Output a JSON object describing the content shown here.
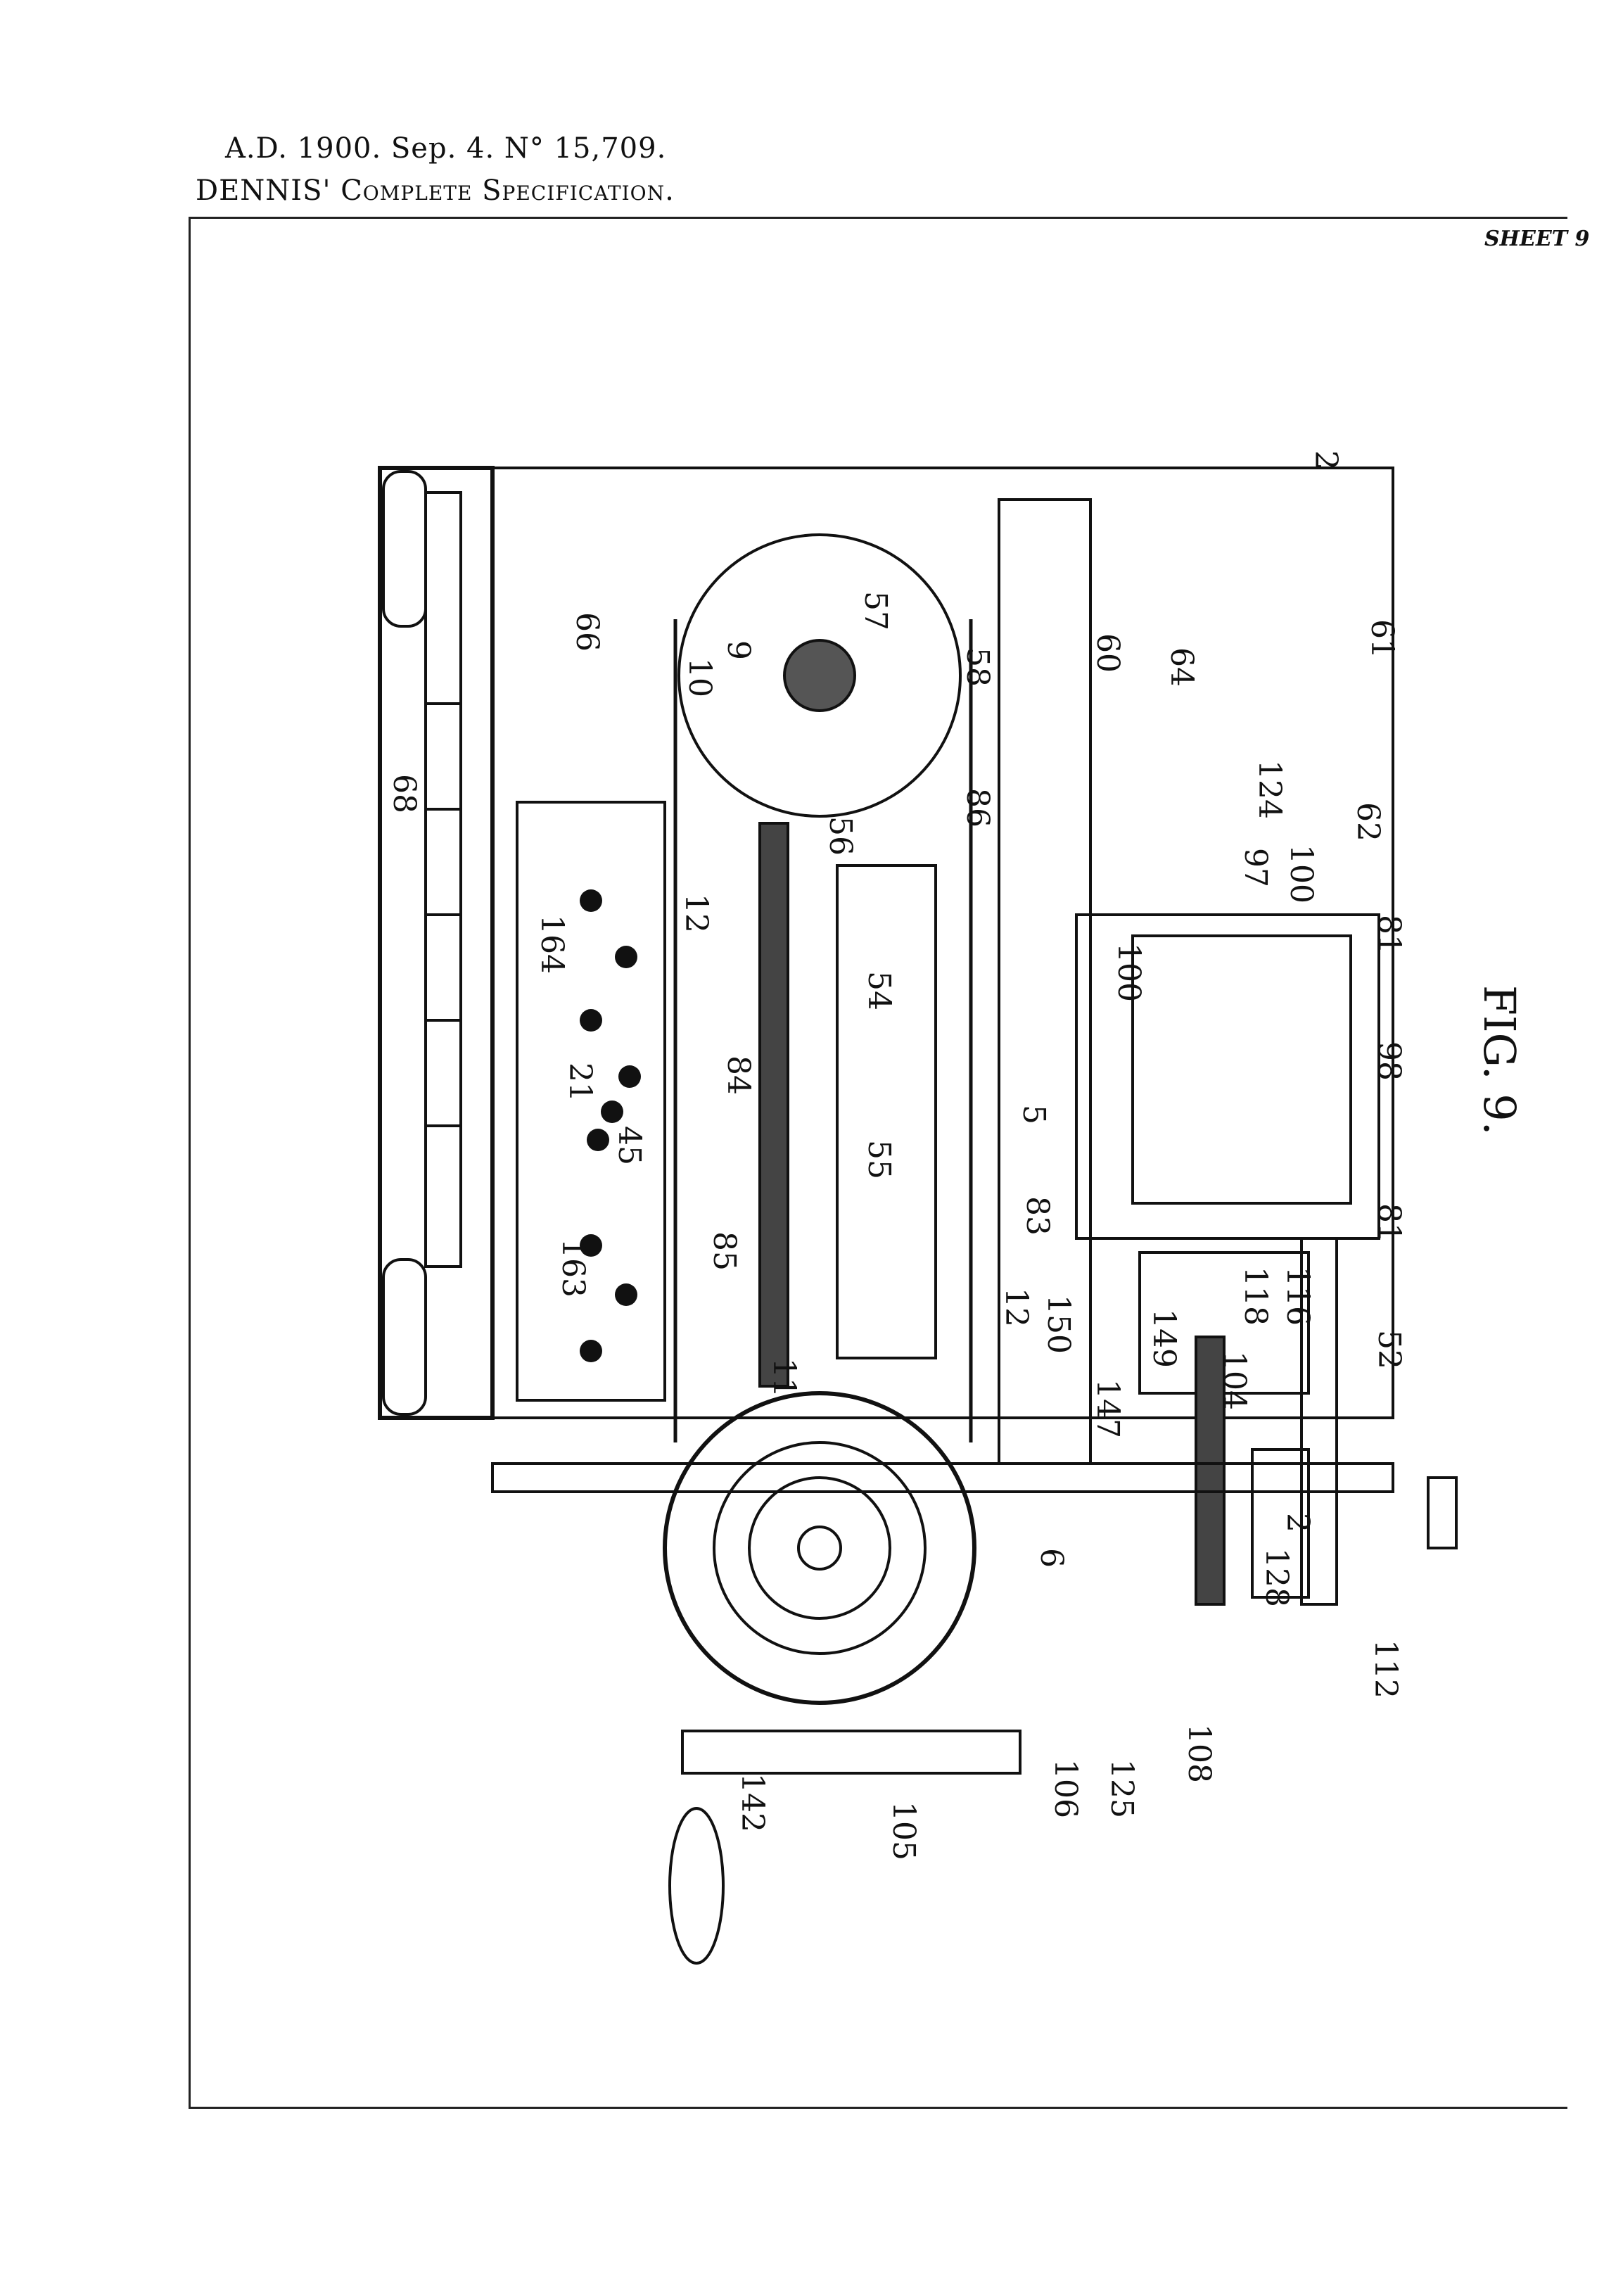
{
  "header": {
    "line1": "A.D. 1900. Sep. 4. N° 15,709.",
    "line2_name": "DENNIS'",
    "line2_rest": "Complete Specification."
  },
  "sheet_label": "SHEET 9",
  "figure_label": "FIG. 9.",
  "reference_numerals": {
    "n2a": "2",
    "n2b": "2",
    "n9": "9",
    "n10": "10",
    "n57": "57",
    "n58": "58",
    "n60": "60",
    "n64": "64",
    "n61": "61",
    "n66": "66",
    "n68": "68",
    "n86": "86",
    "n56": "56",
    "n124": "124",
    "n62": "62",
    "n97": "97",
    "n100a": "100",
    "n100b": "100",
    "n81a": "81",
    "n81b": "81",
    "n12a": "12",
    "n12b": "12",
    "n164": "164",
    "n54": "54",
    "n84": "84",
    "n5": "5",
    "n98": "98",
    "n21": "21",
    "n45": "45",
    "n55": "55",
    "n83": "83",
    "n85": "85",
    "n116": "116",
    "n118": "118",
    "n163": "163",
    "n150": "150",
    "n149": "149",
    "n147": "147",
    "n104": "104",
    "n52": "52",
    "n11": "11",
    "n6": "6",
    "n128": "128",
    "n106": "106",
    "n125": "125",
    "n108": "108",
    "n112": "112",
    "n142": "142",
    "n105": "105"
  }
}
